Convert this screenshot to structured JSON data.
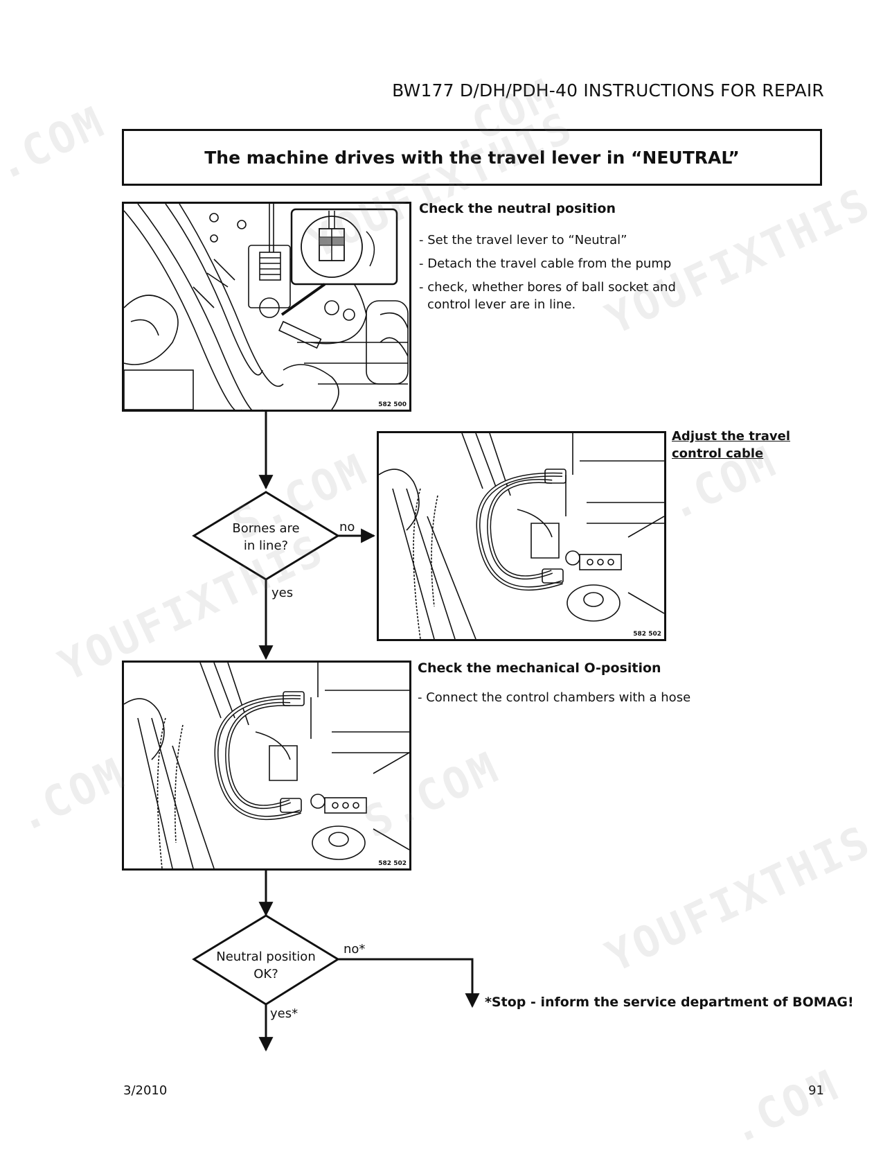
{
  "header": {
    "title": "BW177 D/DH/PDH-40 INSTRUCTIONS FOR REPAIR"
  },
  "section_title": "The machine drives with the travel lever in “NEUTRAL”",
  "step1": {
    "heading": "Check the neutral position",
    "lines": [
      "- Set the travel lever to “Neutral”",
      "- Detach the travel cable from the pump",
      "- check, whether bores of ball socket and",
      "control lever are in line."
    ],
    "figure_label": "582 500"
  },
  "decision1": {
    "text_line1": "Bornes are",
    "text_line2": "in line?",
    "no_label": "no",
    "yes_label": "yes"
  },
  "adjust": {
    "heading_line1": "Adjust the travel",
    "heading_line2": "control cable",
    "figure_label": "582 502"
  },
  "step2": {
    "heading": "Check the mechanical O-position",
    "lines": [
      "- Connect the control chambers with a hose"
    ],
    "figure_label": "582 502"
  },
  "decision2": {
    "text_line1": "Neutral position",
    "text_line2": "OK?",
    "no_label": "no*",
    "yes_label": "yes*"
  },
  "stop_note": "*Stop - inform the service department of BOMAG!",
  "footer": {
    "date": "3/2010",
    "page": "91"
  },
  "watermarks": [
    ".COM",
    "YOUFIXTHIS",
    ".COM",
    "YOUFIXTHIS",
    "S.COM",
    "YOUFIXTHIS",
    ".COM",
    "YOUFIXTHIS",
    "S.COM",
    ".COM",
    ".COM"
  ]
}
